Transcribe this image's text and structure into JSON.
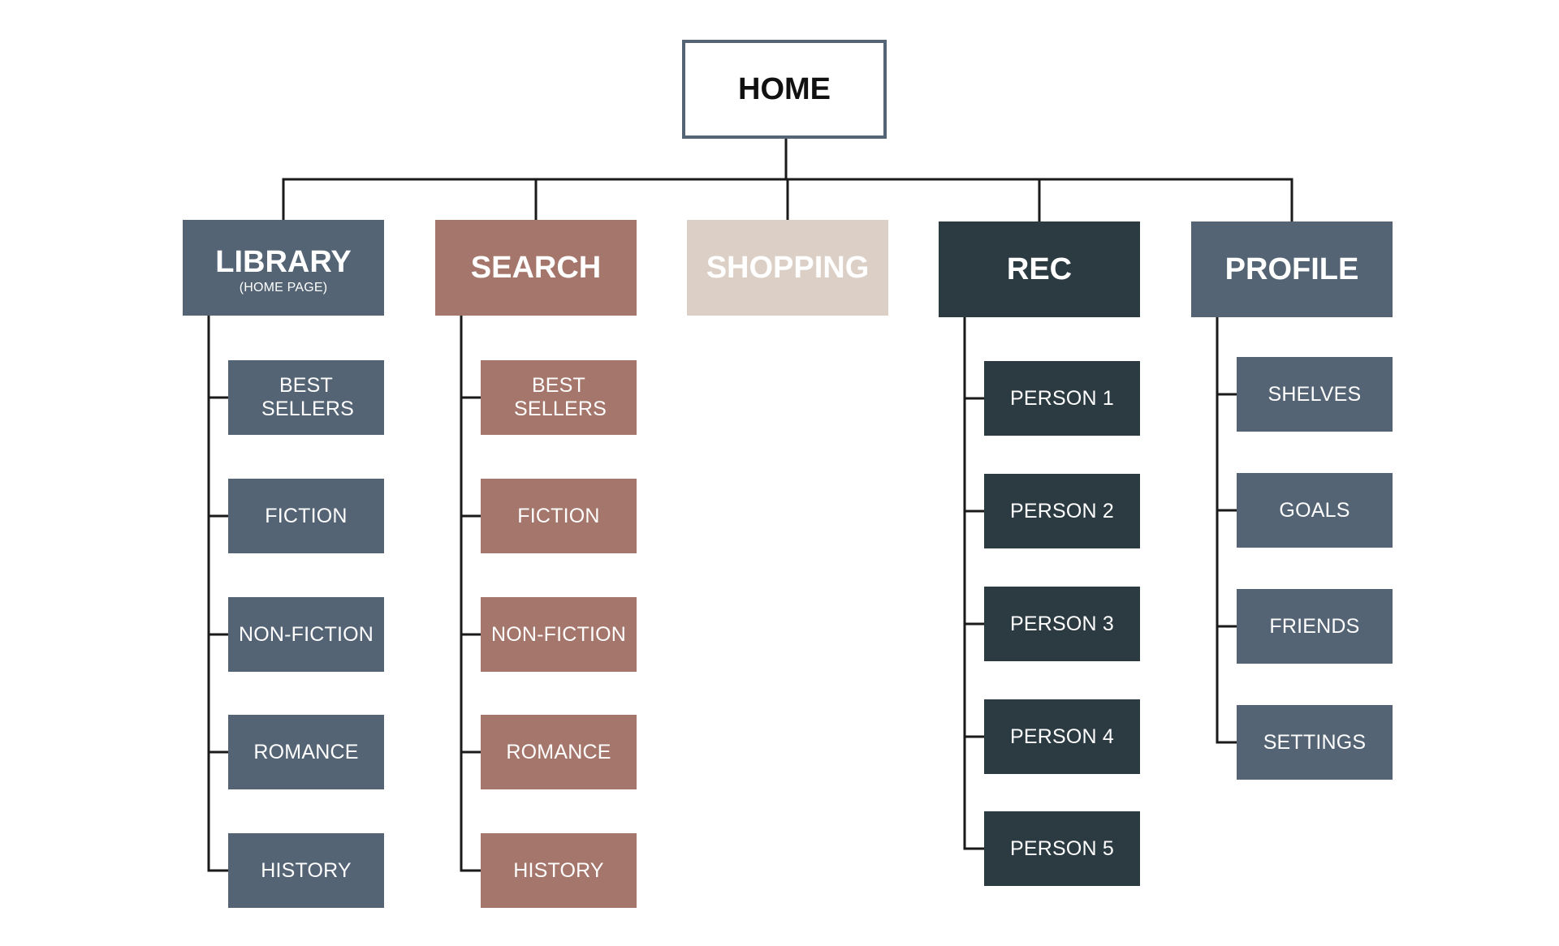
{
  "root": {
    "label": "HOME"
  },
  "colors": {
    "library": "#546474",
    "search": "#a5766b",
    "shopping": "#dccfc6",
    "rec": "#2c3a42",
    "profile": "#546474",
    "line": "#1a1a1a"
  },
  "columns": [
    {
      "key": "library",
      "label": "LIBRARY",
      "sublabel": "(HOME PAGE)",
      "children": [
        "BEST SELLERS",
        "FICTION",
        "NON-FICTION",
        "ROMANCE",
        "HISTORY"
      ]
    },
    {
      "key": "search",
      "label": "SEARCH",
      "children": [
        "BEST SELLERS",
        "FICTION",
        "NON-FICTION",
        "ROMANCE",
        "HISTORY"
      ]
    },
    {
      "key": "shopping",
      "label": "SHOPPING",
      "children": []
    },
    {
      "key": "rec",
      "label": "REC",
      "children": [
        "PERSON 1",
        "PERSON 2",
        "PERSON 3",
        "PERSON 4",
        "PERSON 5"
      ]
    },
    {
      "key": "profile",
      "label": "PROFILE",
      "children": [
        "SHELVES",
        "GOALS",
        "FRIENDS",
        "SETTINGS"
      ]
    }
  ]
}
